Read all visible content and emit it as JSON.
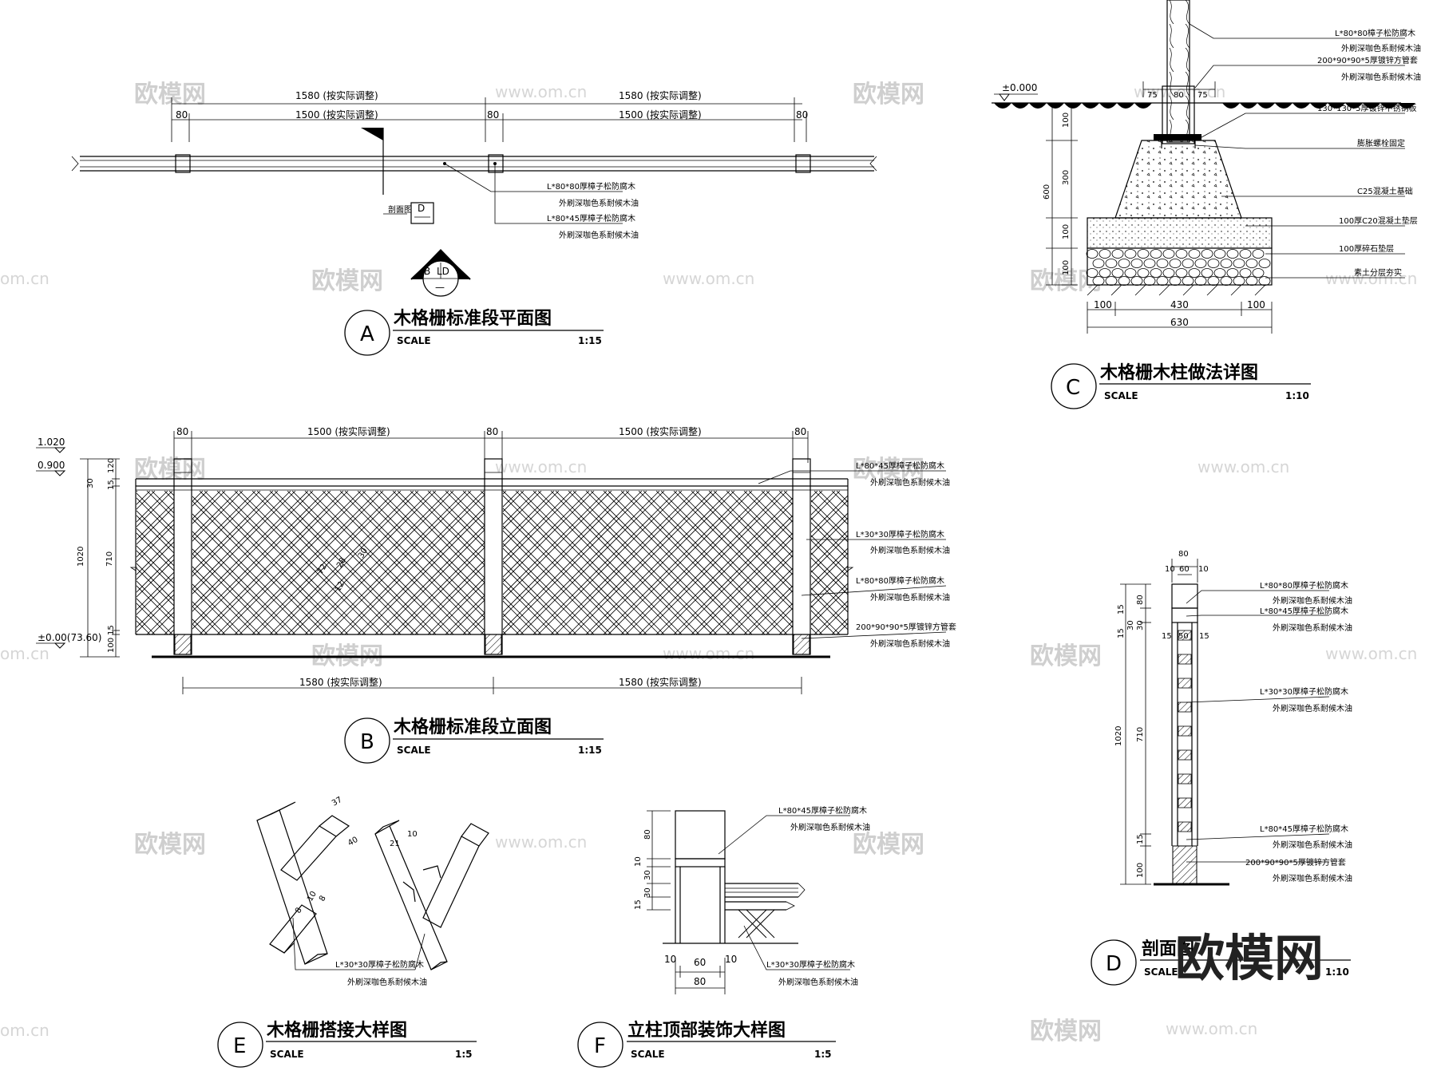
{
  "watermarks": {
    "brand_cn": "欧模网",
    "brand_url": "www.om.cn",
    "brand_short": "om.cn"
  },
  "panels": {
    "A": {
      "letter": "A",
      "title": "木格栅标准段平面图",
      "scale_label": "SCALE",
      "scale": "1:15"
    },
    "B": {
      "letter": "B",
      "title": "木格栅标准段立面图",
      "scale_label": "SCALE",
      "scale": "1:15"
    },
    "C": {
      "letter": "C",
      "title": "木格栅木柱做法详图",
      "scale_label": "SCALE",
      "scale": "1:10"
    },
    "D": {
      "letter": "D",
      "title": "剖面图",
      "scale_label": "SCALE",
      "scale": "1:10"
    },
    "E": {
      "letter": "E",
      "title": "木格栅搭接大样图",
      "scale_label": "SCALE",
      "scale": "1:5"
    },
    "F": {
      "letter": "F",
      "title": "立柱顶部装饰大样图",
      "scale_label": "SCALE",
      "scale": "1:5"
    }
  },
  "plan": {
    "dims_top": [
      "1580 (按实际调整)",
      "1580 (按实际调整)"
    ],
    "dims_mid": [
      "80",
      "1500 (按实际调整)",
      "80",
      "1500 (按实际调整)",
      "80"
    ],
    "notes": [
      "L*80*80厚樟子松防腐木",
      "外刷深咖色系耐候木油",
      "L*80*45厚樟子松防腐木",
      "外刷深咖色系耐候木油"
    ],
    "section_tag": "剖面图",
    "section_id": "D",
    "detail_tag_top": "B",
    "detail_tag_right": "LD",
    "detail_tag_bottom": "—"
  },
  "elevation": {
    "dims_top": [
      "80",
      "1500 (按实际调整)",
      "80",
      "1500 (按实际调整)",
      "80"
    ],
    "dims_bottom": [
      "1580 (按实际调整)",
      "1580 (按实际调整)"
    ],
    "levels": [
      "1.020",
      "0.900",
      "±0.00(73.60)"
    ],
    "dims_left": [
      "120",
      "30",
      "15",
      "1020",
      "710",
      "15",
      "100"
    ],
    "lattice_dims": [
      "72",
      "28",
      "30",
      "12"
    ],
    "notes": [
      "L*80*45厚樟子松防腐木",
      "外刷深咖色系耐候木油",
      "L*30*30厚樟子松防腐木",
      "外刷深咖色系耐候木油",
      "L*80*80厚樟子松防腐木",
      "外刷深咖色系耐候木油",
      "200*90*90*5厚镀锌方管套",
      "外刷深咖色系耐候木油"
    ]
  },
  "column": {
    "level": "±0.000",
    "notes": [
      "L*80*80樟子松防腐木",
      "外刷深咖色系耐候木油",
      "200*90*90*5厚镀锌方管套",
      "外刷深咖色系耐候木油",
      "130*130*5厚镀锌不锈钢板",
      "膨胀螺栓固定",
      "C25混凝土基础",
      "100厚C20混凝土垫层",
      "100厚碎石垫层",
      "素土分层夯实"
    ],
    "dims_top": [
      "75",
      "80",
      "75"
    ],
    "dims_left": [
      "100",
      "300",
      "600",
      "100",
      "100"
    ],
    "dims_bottom": [
      "100",
      "430",
      "100",
      "630"
    ]
  },
  "section": {
    "dims_top": [
      "80",
      "10",
      "60",
      "10"
    ],
    "dims_left": [
      "80",
      "15",
      "30",
      "30",
      "15",
      "1020",
      "710",
      "15",
      "100"
    ],
    "mid_dims": [
      "15",
      "50",
      "15"
    ],
    "notes": [
      "L*80*80厚樟子松防腐木",
      "外刷深咖色系耐候木油",
      "L*80*45厚樟子松防腐木",
      "外刷深咖色系耐候木油",
      "L*30*30厚樟子松防腐木",
      "外刷深咖色系耐候木油",
      "L*80*45厚樟子松防腐木",
      "外刷深咖色系耐候木油",
      "200*90*90*5厚镀锌方管套",
      "外刷深咖色系耐候木油"
    ]
  },
  "joint": {
    "dims": [
      "37",
      "40",
      "21",
      "10",
      "10",
      "8",
      "8"
    ],
    "notes": [
      "L*30*30厚樟子松防腐木",
      "外刷深咖色系耐候木油"
    ]
  },
  "post_top": {
    "dims_left": [
      "80",
      "10",
      "30",
      "30",
      "15"
    ],
    "dims_bottom": [
      "10",
      "60",
      "10",
      "80"
    ],
    "notes": [
      "L*80*45厚樟子松防腐木",
      "外刷深咖色系耐候木油",
      "L*30*30厚樟子松防腐木",
      "外刷深咖色系耐候木油"
    ]
  }
}
